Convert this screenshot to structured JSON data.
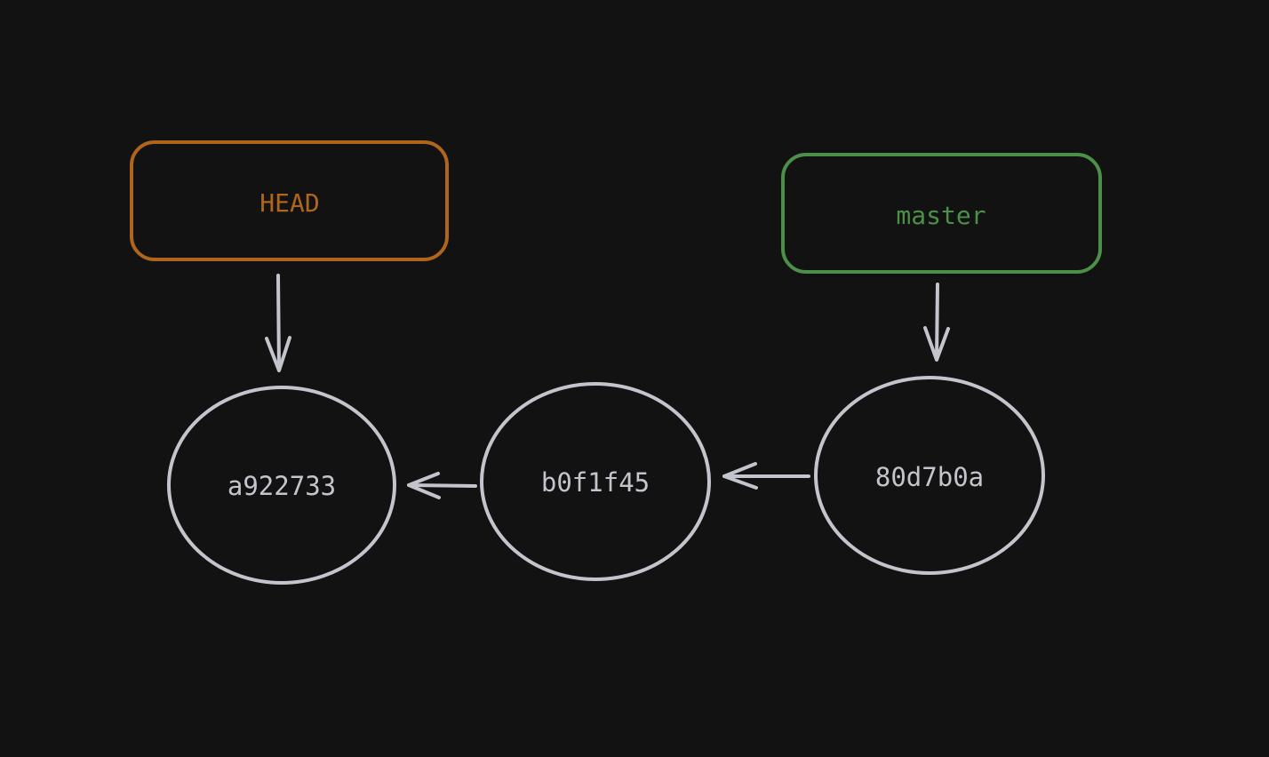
{
  "colors": {
    "background": "#121212",
    "head": "#b0651c",
    "master": "#4c8f48",
    "commit": "#c4c4cc",
    "arrow": "#c4c4cc"
  },
  "refs": {
    "head": {
      "label": "HEAD"
    },
    "master": {
      "label": "master"
    }
  },
  "commits": [
    {
      "id": "a922733"
    },
    {
      "id": "b0f1f45"
    },
    {
      "id": "80d7b0a"
    }
  ]
}
